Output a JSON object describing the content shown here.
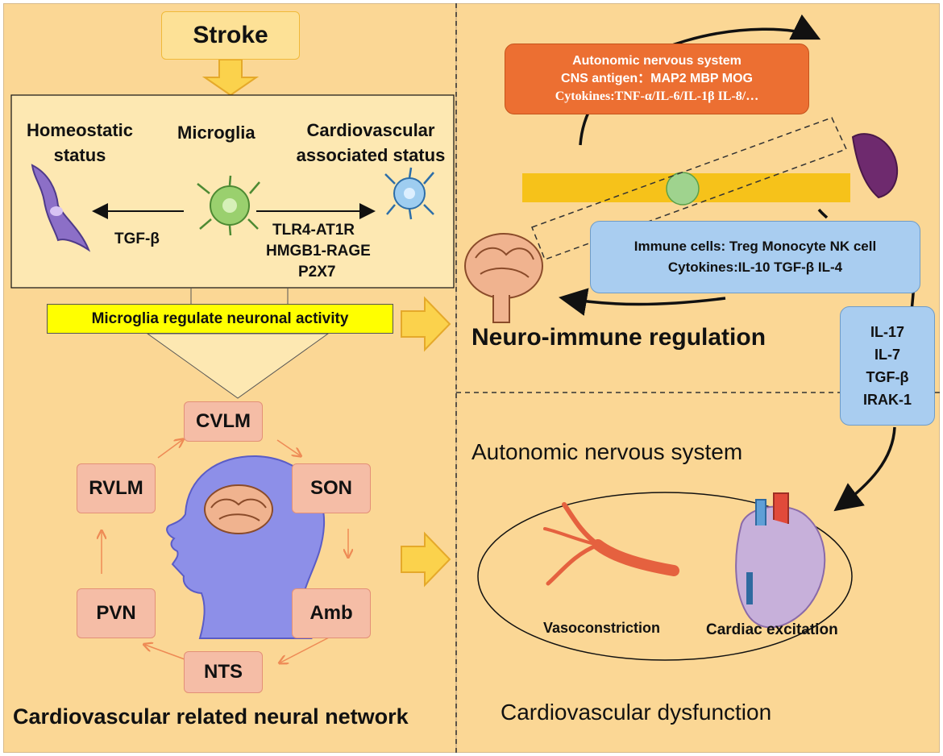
{
  "stroke": "Stroke",
  "microglia_box": {
    "homeostatic": "Homeostatic status",
    "microglia": "Microglia",
    "cardio": "Cardiovascular associated status",
    "tgf": "TGF-β",
    "receptors": [
      "TLR4-AT1R",
      "HMGB1-RAGE",
      "P2X7"
    ]
  },
  "regulate_label": "Microglia regulate neuronal activity",
  "nodes": [
    "CVLM",
    "SON",
    "Amb",
    "NTS",
    "PVN",
    "RVLM"
  ],
  "left_footer": "Cardiovascular related neural network",
  "autonomic_box": [
    "Autonomic nervous system",
    "CNS antigen：MAP2 MBP MOG",
    "Cytokines:TNF-α/IL-6/IL-1β  IL-8/…"
  ],
  "immune_box": [
    "Immune cells: Treg Monocyte NK cell",
    "Cytokines:IL-10 TGF-β IL-4"
  ],
  "interleukin_box": [
    "IL-17",
    "IL-7",
    "TGF-β",
    "IRAK-1"
  ],
  "neuro_immune": "Neuro-immune regulation",
  "ans_title": "Autonomic nervous system",
  "vasoconstriction": "Vasoconstriction",
  "cardiac": "Cardiac excitation",
  "right_footer": "Cardiovascular dysfunction",
  "colors": {
    "panel_bg": "#fbd795",
    "box_bg": "#fde8b2",
    "node_fill": "#f5bda6",
    "autonomic_fill": "#ec6f32",
    "immune_fill": "#a9cdf0",
    "arrow_yellow": "#fbd24c",
    "regulate_fill": "#ffff00"
  }
}
